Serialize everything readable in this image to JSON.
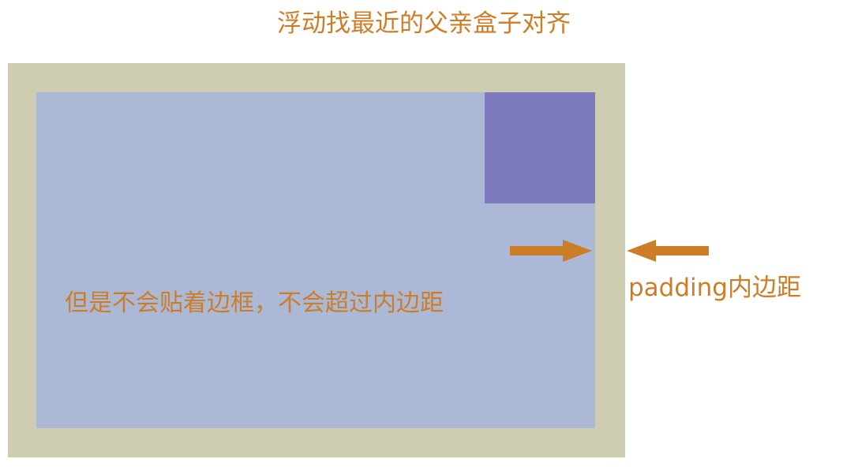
{
  "title": "浮动找最近的父亲盒子对齐",
  "note": "但是不会贴着边框，不会超过内边距",
  "padding_label": "padding内边距",
  "colors": {
    "text_accent": "#cc7d28",
    "parent_border": "#cfcdb1",
    "content_area": "#abb9d6",
    "float_box": "#7d7bbd",
    "arrow": "#cc7d28"
  }
}
